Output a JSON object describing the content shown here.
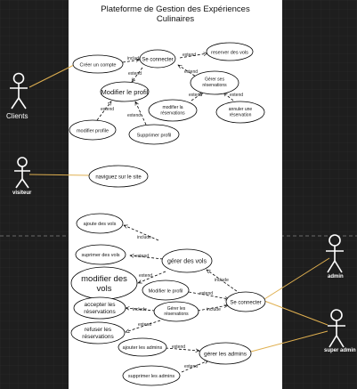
{
  "system": {
    "title_line1": "Plateforme de Gestion des Expériences",
    "title_line2": "Culinaires"
  },
  "actors": {
    "clients": "Clients",
    "visiteur": "visiteur",
    "admin": "admin",
    "super_admin": "super admin"
  },
  "usecases": {
    "creer_compte": "Créer un compte",
    "se_connecter_top": "Se connecter",
    "reserver_vols": "reserver des vols",
    "modifier_profil_top": "Modifier le profil",
    "gerer_reservations_top": [
      "Gérer ses",
      "réservations"
    ],
    "modifier_profile": "modifier profile",
    "supprimer_profil": "Supprimer profil",
    "modifier_la_reservation": [
      "modifier la",
      "réservations"
    ],
    "annuler_reservation": [
      "annuler une",
      "réservation"
    ],
    "naviguez": "naviguez sur le site",
    "ajoute_vols": "ajoute des vols",
    "suprimer_vols": "suprimer des vols",
    "gerer_vols": "gérer des vols",
    "modifier_vols": [
      "modifier des",
      "vols"
    ],
    "modifier_profil_bot": "Modifier le profil",
    "se_connecter_bot": "Se connecter",
    "accepter_res": [
      "accepter les",
      "réservations"
    ],
    "gerer_res_bot": [
      "Gérer les",
      "réservations"
    ],
    "refuser_res": [
      "refuser les",
      "réservations"
    ],
    "ajouter_admins": "ajouter les admins",
    "gerer_admins": "gérer les admins",
    "supprimer_admins": "supprimer les admins"
  },
  "relations": {
    "include": "include",
    "extend": "extend"
  },
  "colors": {
    "background": "#1e1e1e",
    "system": "#ffffff",
    "association": "#e0b050",
    "stroke": "#000000"
  }
}
